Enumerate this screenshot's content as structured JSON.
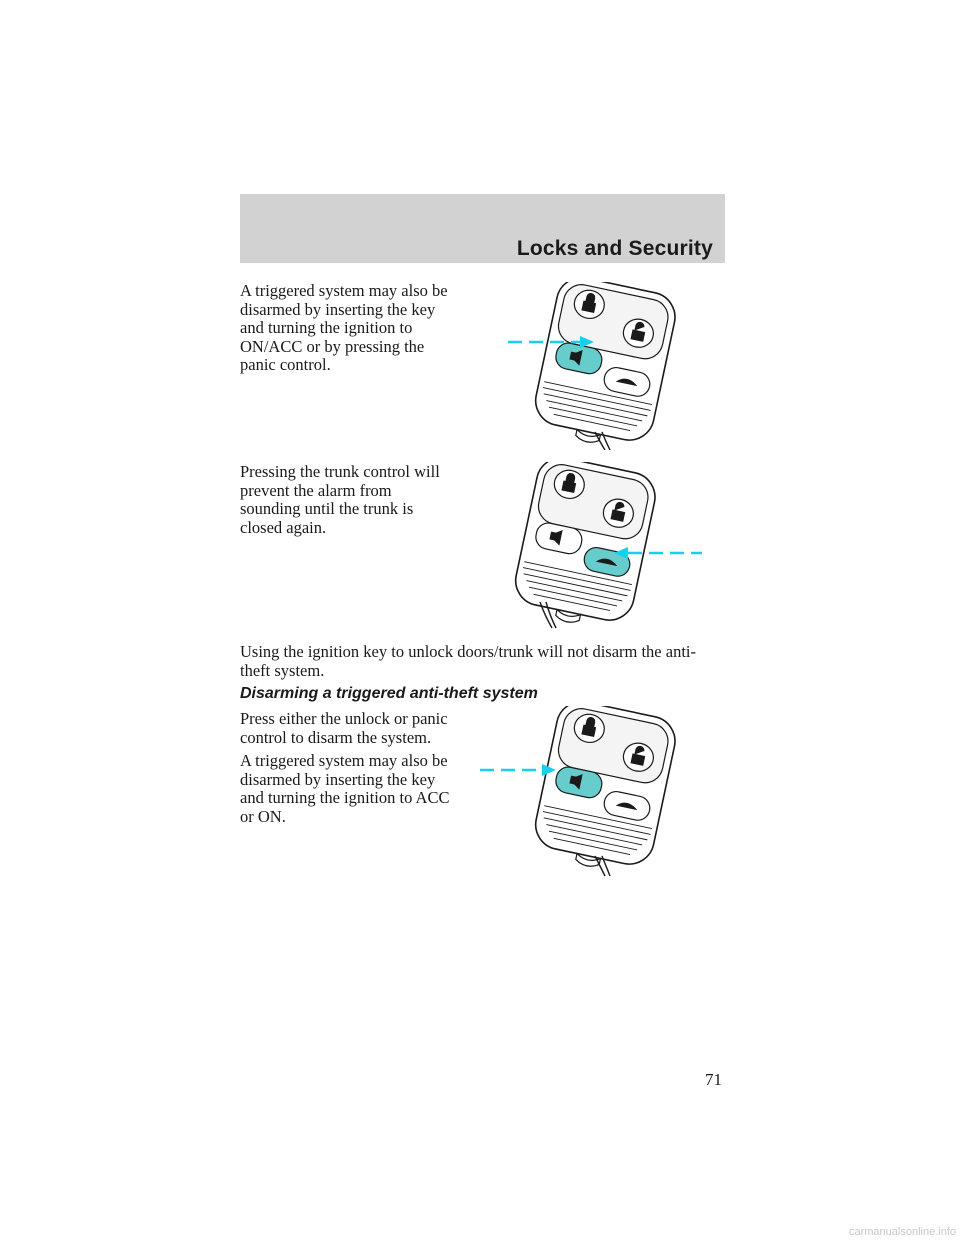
{
  "header": {
    "section_title": "Locks and Security"
  },
  "paragraphs": {
    "p1": "A triggered system may also be disarmed by inserting the key and turning the ignition to ON/ACC or by pressing the panic control.",
    "p2": "Pressing the trunk control will prevent the alarm from sounding until the trunk is closed again.",
    "p3": "Using the ignition key to unlock doors/trunk will not disarm the anti-theft system.",
    "p4": "Press either the unlock or panic control to disarm the system.",
    "p5": "A triggered system may also be disarmed by inserting the key and turning the ignition to ACC or ON."
  },
  "subheading": "Disarming a triggered anti-theft system",
  "illustrations": {
    "fob1_highlight": "panic",
    "fob2_highlight": "trunk",
    "fob3_highlight": "panic",
    "highlight_color": "#66cccc",
    "arrow_color": "#18d0ee"
  },
  "page_number": "71",
  "watermark": "carmanualsonline.info"
}
